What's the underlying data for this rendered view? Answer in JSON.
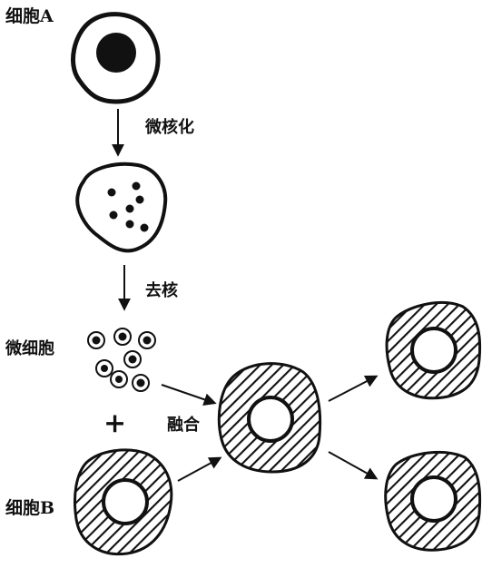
{
  "labels": {
    "cell_a": "细胞A",
    "micronucleation": "微核化",
    "enucleation": "去核",
    "microcell": "微细胞",
    "plus": "+",
    "fusion": "融合",
    "cell_b": "细胞B"
  },
  "colors": {
    "ink": "#111111",
    "background": "#ffffff"
  }
}
